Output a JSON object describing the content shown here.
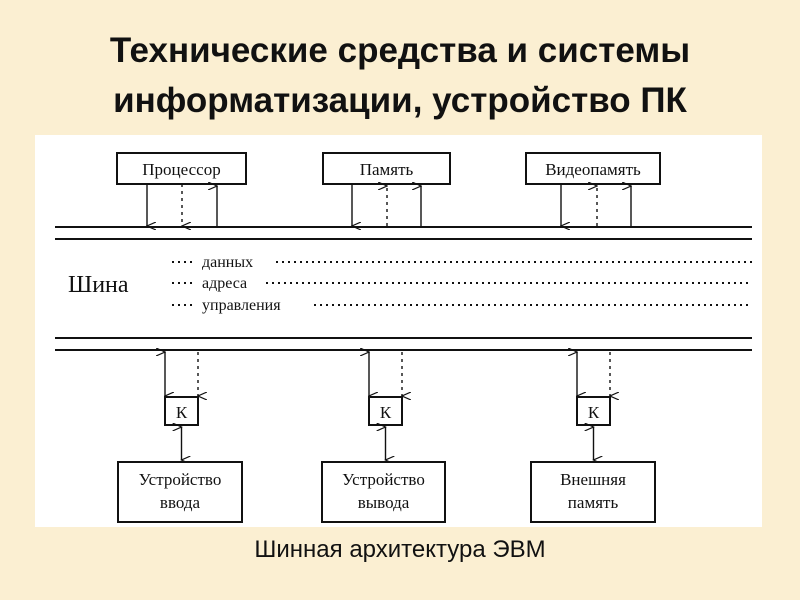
{
  "slide": {
    "title_line1": "Технические средства и системы",
    "title_line2": "информатизации, устройство ПК",
    "caption": "Шинная архитектура ЭВМ"
  },
  "diagram": {
    "top_units": [
      "Процессор",
      "Память",
      "Видеопамять"
    ],
    "bus_label": "Шина",
    "bus_lines": [
      "данных",
      "адреса",
      "управления"
    ],
    "controller_label": "К",
    "devices": [
      {
        "line1": "Устройство",
        "line2": "ввода"
      },
      {
        "line1": "Устройство",
        "line2": "вывода"
      },
      {
        "line1": "Внешняя",
        "line2": "память"
      }
    ]
  },
  "colors": {
    "background": "#fbefd2",
    "panel": "#ffffff",
    "ink": "#111111"
  }
}
